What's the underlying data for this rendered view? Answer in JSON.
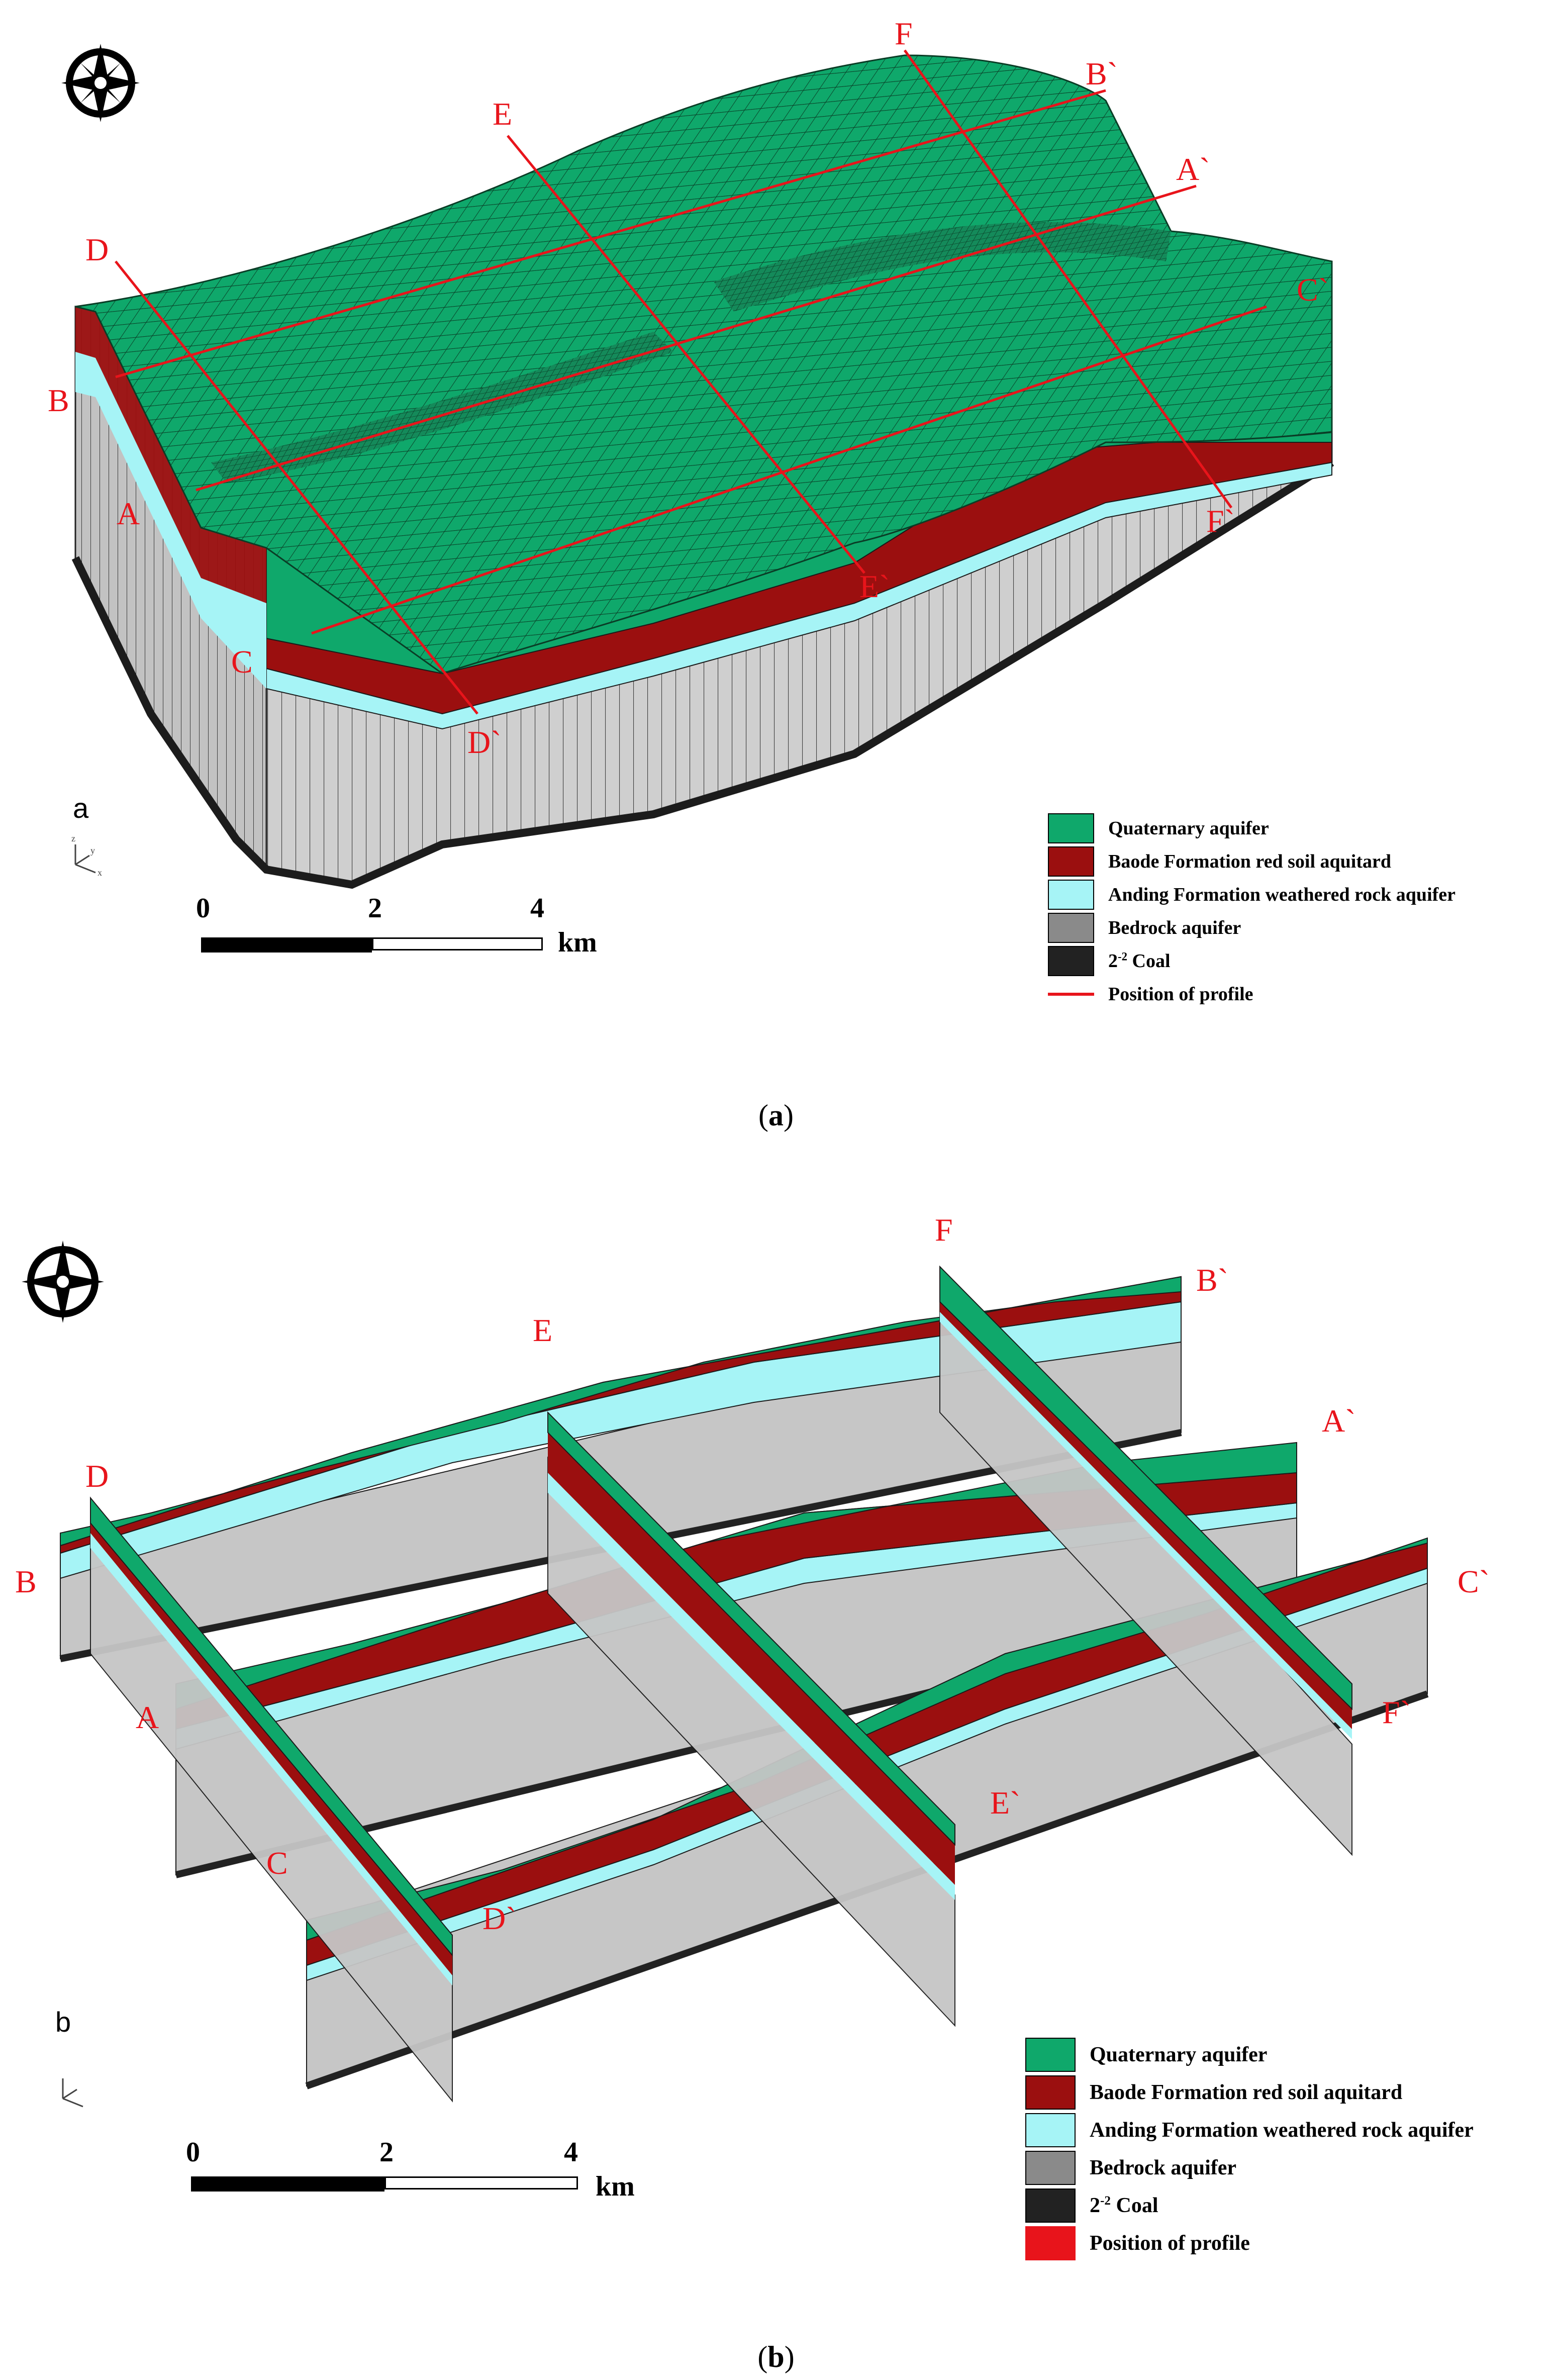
{
  "colors": {
    "quaternary": "#0fa86b",
    "red_soil": "#9b0f0f",
    "weathered": "#a6f4f6",
    "bedrock": "#c6c6c6",
    "coal": "#222222",
    "profile_line": "#e8141b"
  },
  "icons": [
    "compass-rose-icon",
    "axis-triad-icon"
  ],
  "panel_a": {
    "letter": "a",
    "caption": "a",
    "profile_labels": {
      "A": "A",
      "A2": "A`",
      "B": "B",
      "B2": "B`",
      "C": "C",
      "C2": "C`",
      "D": "D",
      "D2": "D`",
      "E": "E",
      "E2": "E`",
      "F": "F",
      "F2": "F`"
    },
    "scale": {
      "t0": "0",
      "t1": "2",
      "t2": "4",
      "unit": "km"
    },
    "legend": [
      {
        "label": "Quaternary aquifer",
        "color": "#0fa86b"
      },
      {
        "label": "Baode Formation red soil aquitard",
        "color": "#9b0f0f"
      },
      {
        "label": "Anding Formation weathered rock aquifer",
        "color": "#a6f4f6"
      },
      {
        "label": "Bedrock aquifer",
        "color": "#8a8a8a"
      },
      {
        "label": "2-2 Coal",
        "color": "#222222"
      },
      {
        "label": "Position of profile",
        "color": "#e8141b"
      }
    ]
  },
  "panel_b": {
    "letter": "b",
    "caption": "b",
    "profile_labels": {
      "A": "A",
      "A2": "A`",
      "B": "B",
      "B2": "B`",
      "C": "C",
      "C2": "C`",
      "D": "D",
      "D2": "D`",
      "E": "E",
      "E2": "E`",
      "F": "F",
      "F2": "F`"
    },
    "scale": {
      "t0": "0",
      "t1": "2",
      "t2": "4",
      "unit": "km"
    },
    "legend": [
      {
        "label": "Quaternary aquifer",
        "color": "#0fa86b"
      },
      {
        "label": "Baode Formation red soil aquitard",
        "color": "#9b0f0f"
      },
      {
        "label": "Anding Formation weathered rock aquifer",
        "color": "#a6f4f6"
      },
      {
        "label": "Bedrock aquifer",
        "color": "#8a8a8a"
      },
      {
        "label": "2-2 Coal",
        "color": "#222222"
      },
      {
        "label": "Position of profile",
        "color": "#e8141b"
      }
    ]
  }
}
